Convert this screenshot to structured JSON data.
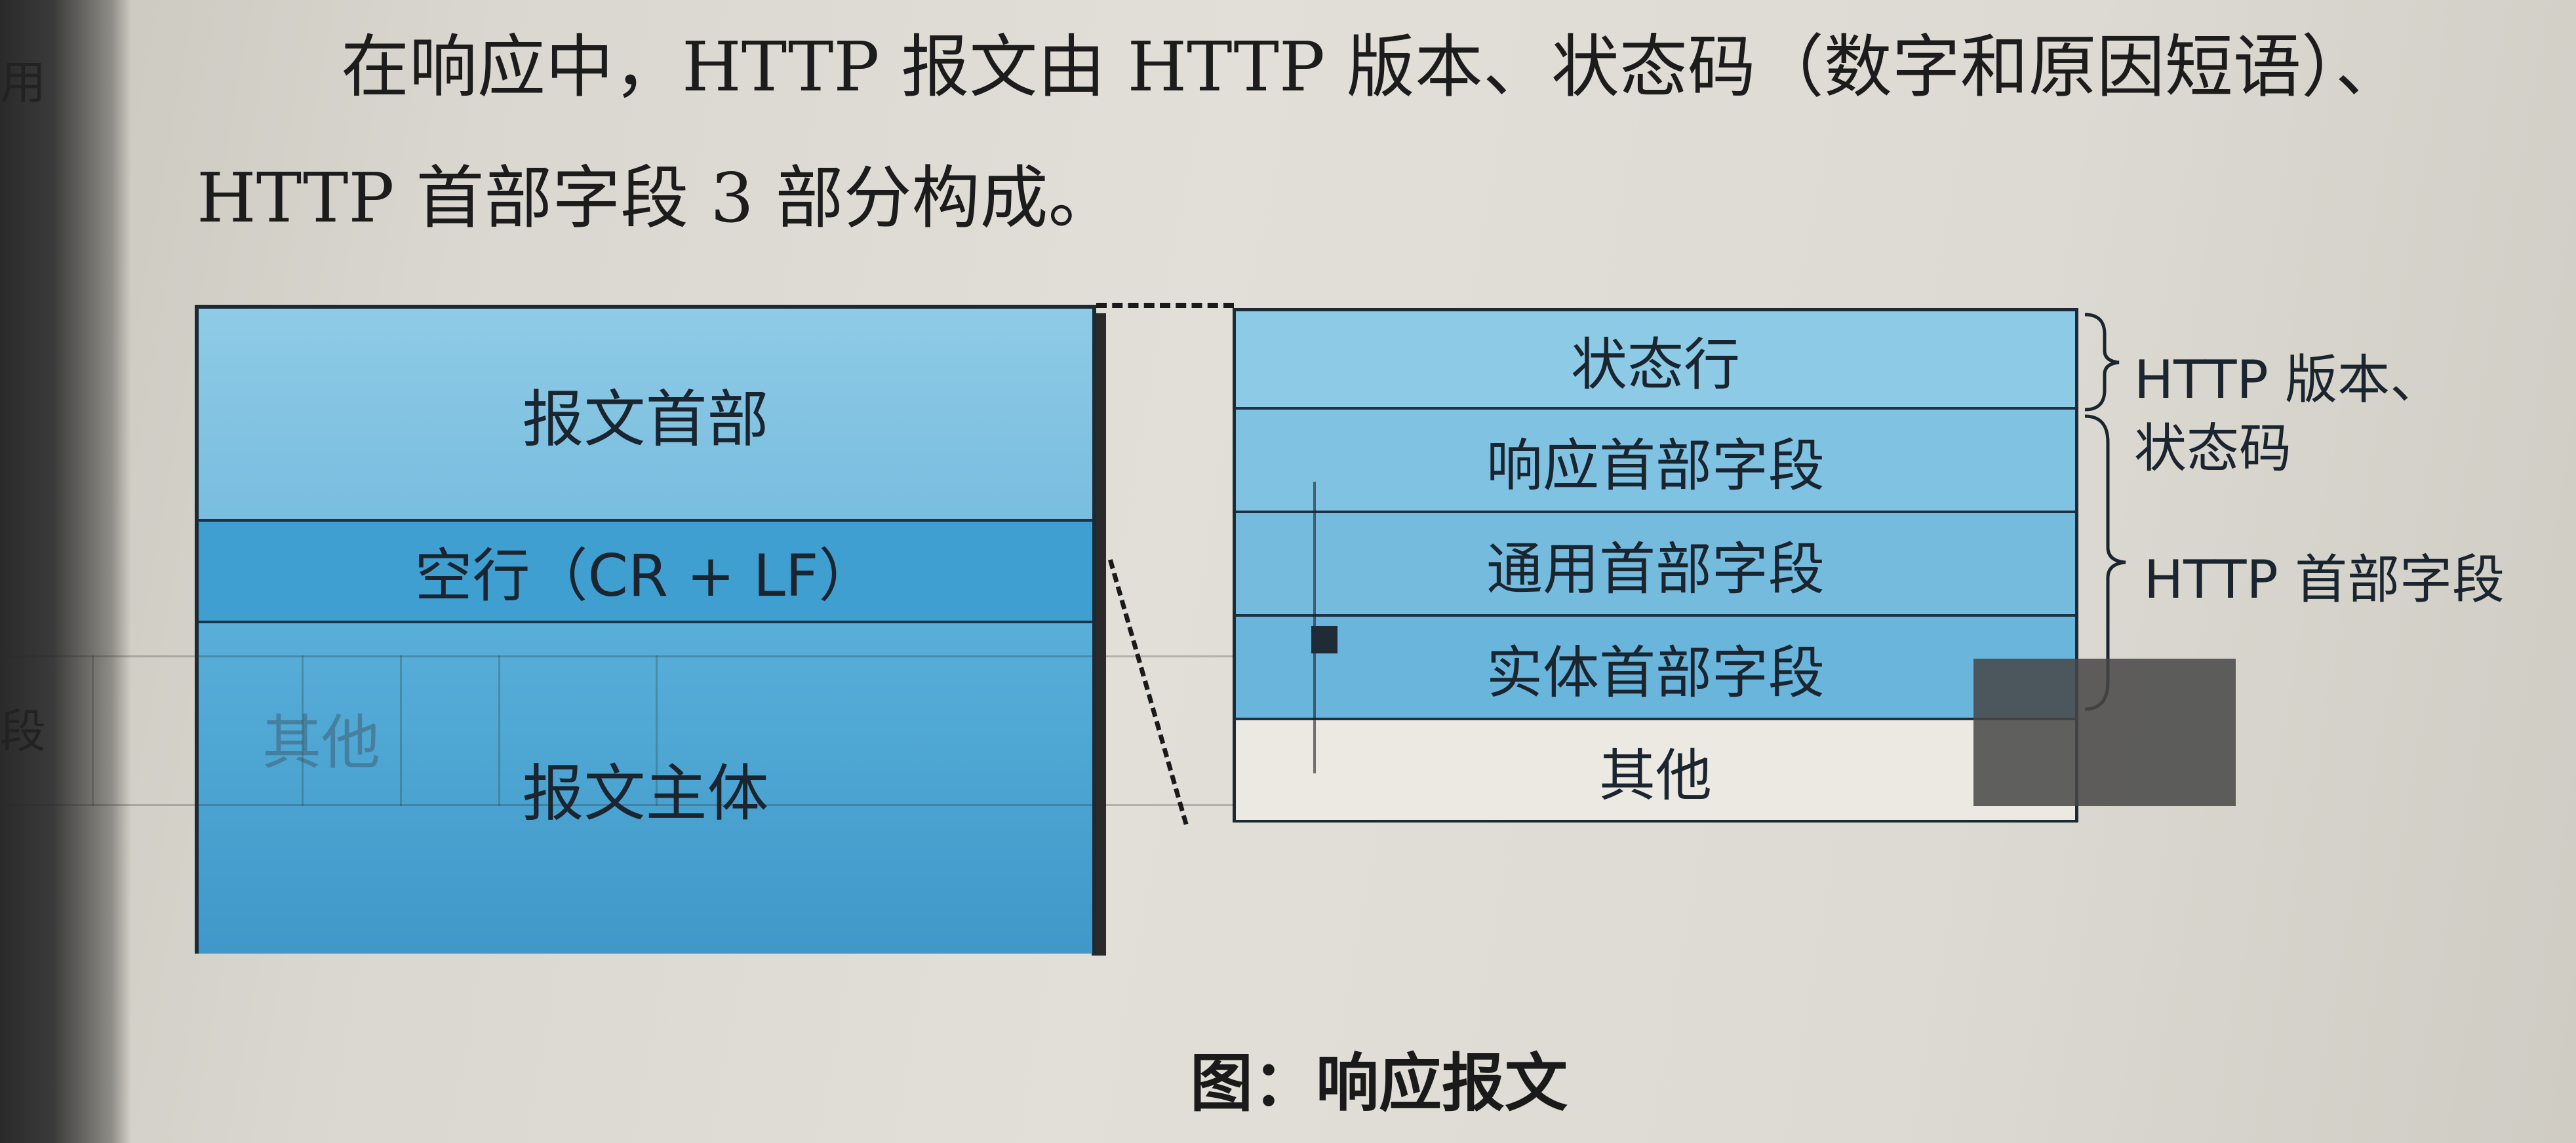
{
  "paragraph": {
    "line1": "在响应中，HTTP 报文由 HTTP 版本、状态码（数字和原因短语）、",
    "line2": "HTTP 首部字段 3 部分构成。"
  },
  "left_edge_fragments": [
    "用",
    "段"
  ],
  "left_block": {
    "row1": "报文首部",
    "row2": "空行（CR + LF）",
    "row3": "报文主体",
    "ghost_text": "其他"
  },
  "right_block": {
    "rows": [
      "状态行",
      "响应首部字段",
      "通用首部字段",
      "实体首部字段",
      "其他"
    ]
  },
  "annotations": {
    "status_line_group": "HTTP 版本、\n状态码",
    "status_line_group_l1": "HTTP 版本、",
    "status_line_group_l2": "状态码",
    "header_group": "HTTP 首部字段"
  },
  "caption": "图：响应报文",
  "colors": {
    "header_blue": "#8ecbe6",
    "blank_line_blue": "#3f9fd0",
    "body_blue": "#4aa3d1",
    "border": "#1b2a35"
  }
}
